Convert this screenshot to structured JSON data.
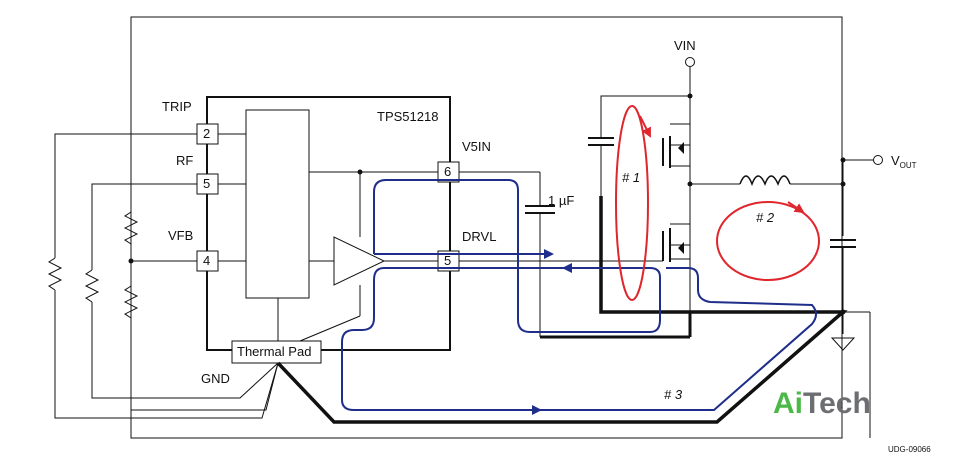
{
  "ic": {
    "name": "TPS51218",
    "thermal_pad": "Thermal Pad"
  },
  "pins": {
    "trip": {
      "label": "TRIP",
      "number": "2"
    },
    "rf": {
      "label": "RF",
      "number": "5"
    },
    "vfb": {
      "label": "VFB",
      "number": "4"
    },
    "v5in": {
      "label": "V5IN",
      "number": "6"
    },
    "drvl": {
      "label": "DRVL",
      "number": "5"
    }
  },
  "labels": {
    "gnd": "GND",
    "vin": "VIN",
    "vout_main": "V",
    "vout_sub": "OUT",
    "cap_1uf": "1 µF"
  },
  "loops": {
    "loop1": "# 1",
    "loop2": "# 2",
    "loop3": "# 3"
  },
  "colors": {
    "wire": "#111111",
    "loop_red": "#e0262d",
    "loop_blue": "#1e2e8a",
    "logo_green": "#4cb848",
    "logo_gray": "#6d6e71"
  },
  "watermark": {
    "part1": "Ai",
    "part2": "Tech"
  },
  "figure_id": "UDG-09066"
}
